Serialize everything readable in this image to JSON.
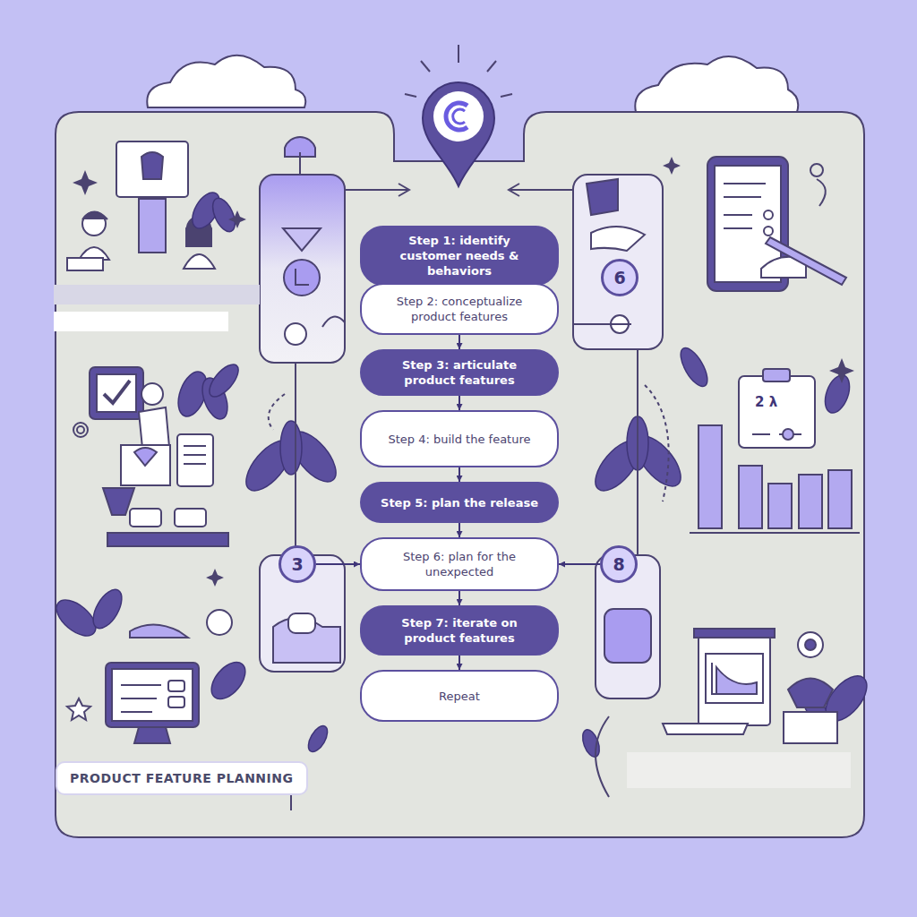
{
  "diagram": {
    "title": "PRODUCT FEATURE PLANNING",
    "nodes": [
      {
        "text": [
          "Step 1: identify customer needs & behaviors"
        ]
      },
      {
        "text": [
          "Step 2: conceptualize product features"
        ]
      },
      {
        "text": [
          "Step 3: articulate product features"
        ]
      },
      {
        "text": [
          "Step 4: build the feature"
        ]
      },
      {
        "text": [
          "Step 5: plan the release"
        ]
      },
      {
        "text": [
          "Step 6: plan for the unexpected"
        ]
      },
      {
        "text": [
          "Step 7: iterate on product features"
        ]
      },
      {
        "text": [
          "Repeat"
        ]
      },
      {
        "text": [
          "6"
        ]
      },
      {
        "text": [
          "3"
        ]
      },
      {
        "text": [
          "8"
        ]
      }
    ],
    "edges": [
      {
        "from": 0,
        "to": 1,
        "arrow": "to"
      },
      {
        "from": 1,
        "to": 2,
        "arrow": "to"
      },
      {
        "from": 2,
        "to": 3,
        "arrow": "to"
      },
      {
        "from": 3,
        "to": 4,
        "arrow": "to"
      },
      {
        "from": 4,
        "to": 5,
        "arrow": "to"
      },
      {
        "from": 5,
        "to": 6,
        "arrow": "to"
      },
      {
        "from": 6,
        "to": 7,
        "arrow": "to"
      },
      {
        "from": 9,
        "to": 5,
        "arrow": "to"
      },
      {
        "from": 10,
        "to": 5,
        "arrow": "to"
      }
    ],
    "labels": [
      "2 λ"
    ]
  }
}
